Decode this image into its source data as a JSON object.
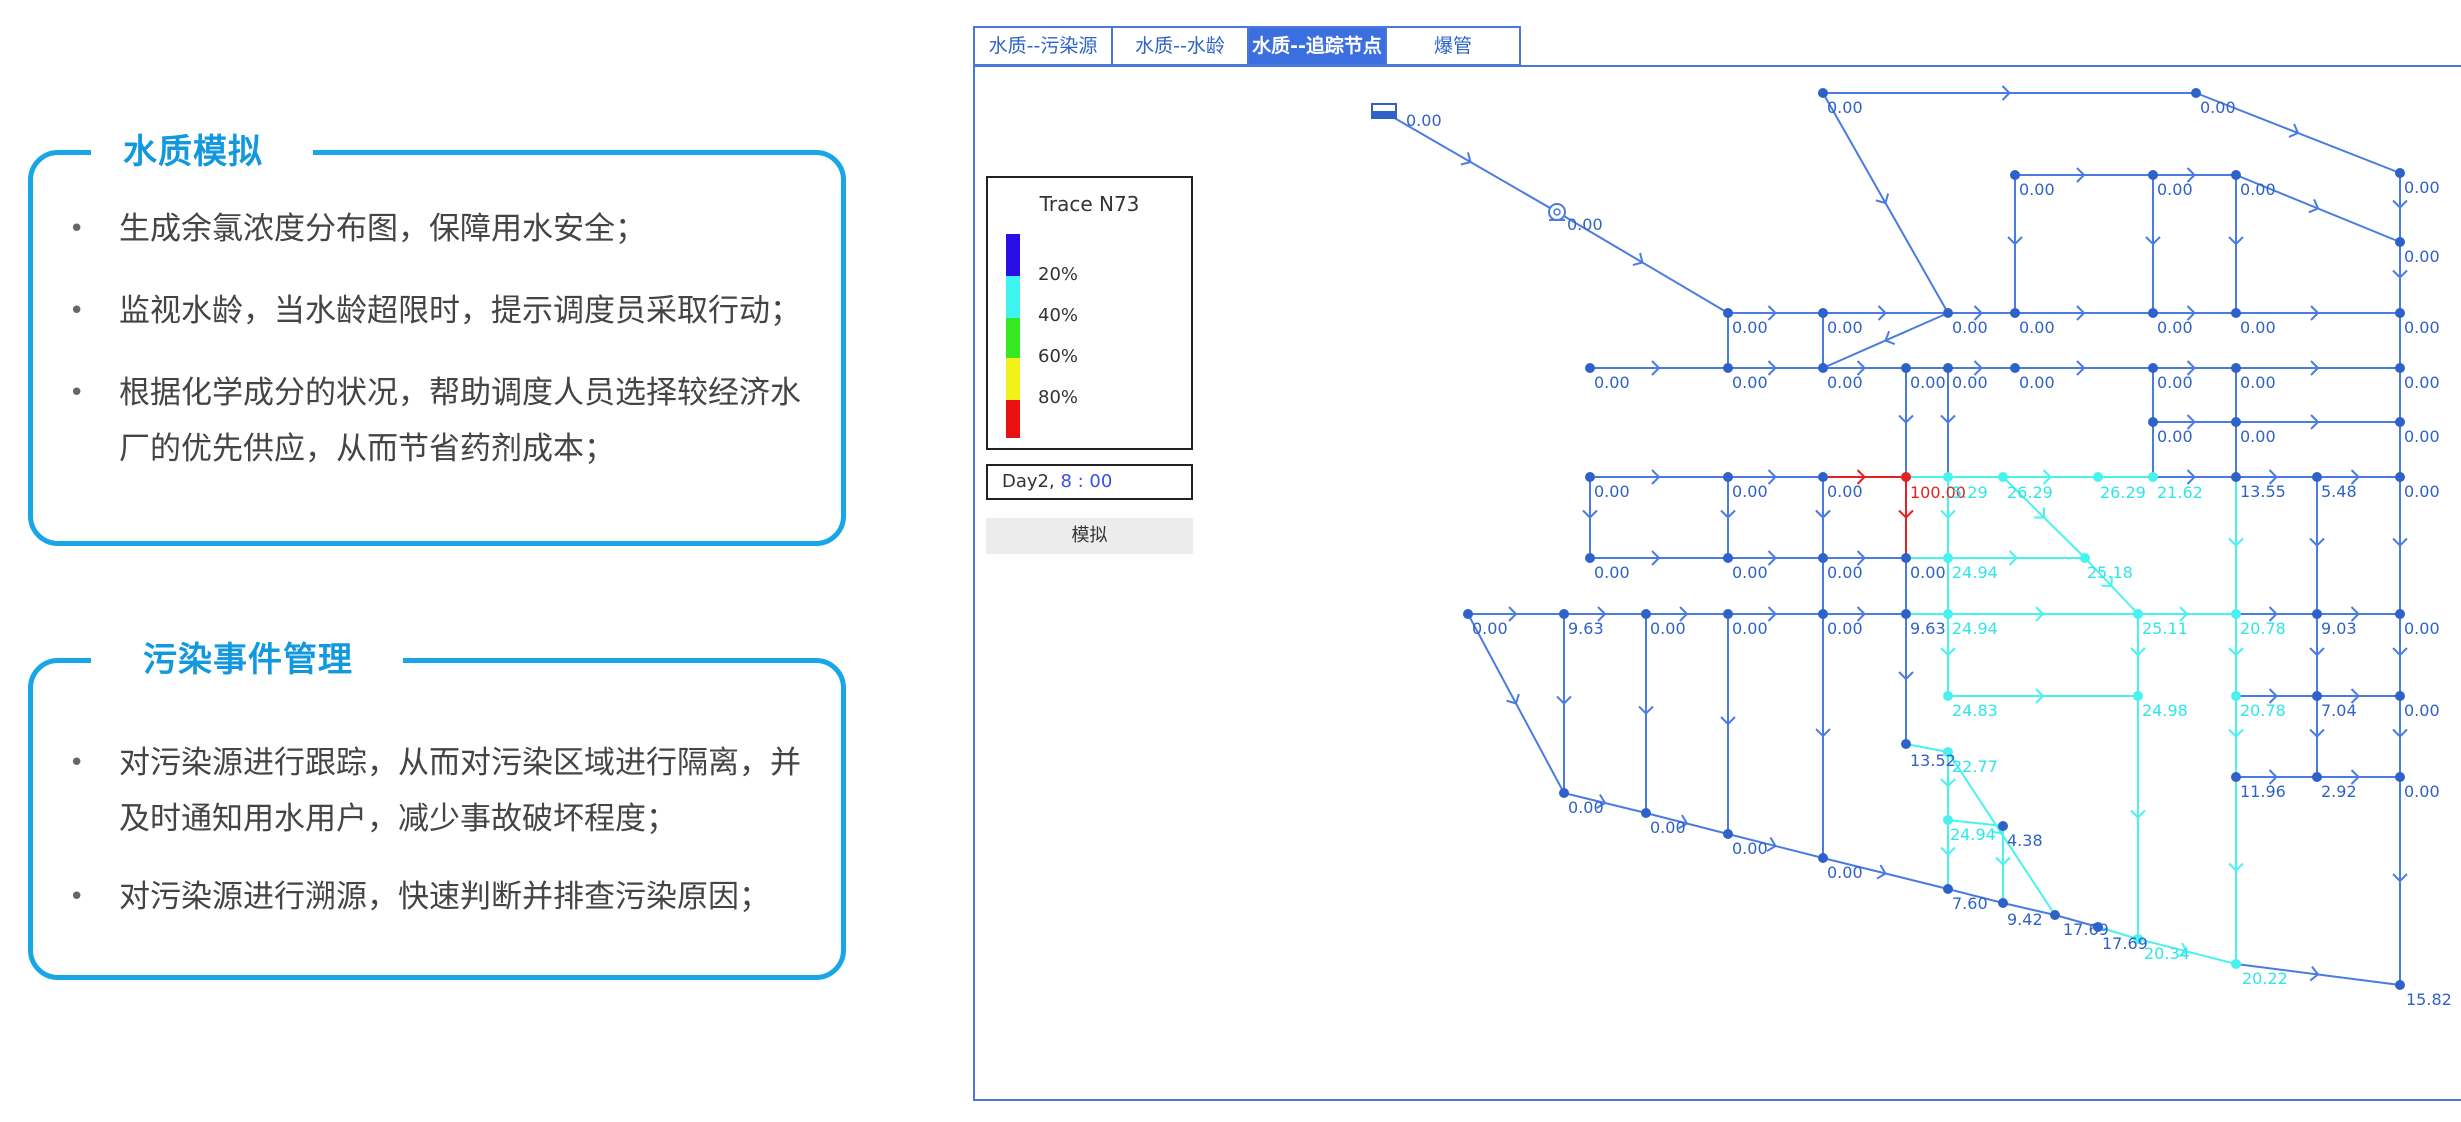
{
  "cards": [
    {
      "title": "水质模拟",
      "items": [
        "生成余氯浓度分布图，保障用水安全；",
        "监视水龄，当水龄超限时，提示调度员采取行动；",
        "根据化学成分的状况，帮助调度人员选择较经济水厂的优先供应，从而节省药剂成本；"
      ]
    },
    {
      "title": "污染事件管理",
      "items": [
        "对污染源进行跟踪，从而对污染区域进行隔离，并及时通知用水用户，减少事故破坏程度；",
        "对污染源进行溯源，快速判断并排查污染原因；"
      ]
    }
  ],
  "bullet_char": "•",
  "tabs": [
    {
      "label": "水质--污染源",
      "active": false
    },
    {
      "label": "水质--水龄",
      "active": false
    },
    {
      "label": "水质--追踪节点",
      "active": true
    },
    {
      "label": "爆管",
      "active": false
    }
  ],
  "legend": {
    "title": "Trace N73",
    "colors": [
      "#2a0ee8",
      "#3ef3f0",
      "#35e81f",
      "#f2f21a",
      "#e81010"
    ],
    "labels": [
      "20%",
      "40%",
      "60%",
      "80%"
    ]
  },
  "time": {
    "day": "Day2,",
    "hour": "8 : 00"
  },
  "simulate_label": "模拟",
  "colors": {
    "accent": "#19a6e6",
    "pipe_low": "#4a7be3",
    "pipe_trace": "#48f2ef",
    "pipe_source": "#e42020",
    "tab_active": "#3b6fe0"
  },
  "network": {
    "nodes": [
      {
        "id": "res",
        "label": "0.00",
        "lv": 0
      },
      {
        "id": "pump",
        "label": "0.00",
        "lv": 0
      },
      {
        "id": "n1",
        "label": "0.00",
        "lv": 0
      },
      {
        "id": "n2",
        "label": "0.00",
        "lv": 0
      },
      {
        "id": "n3",
        "label": "0.00",
        "lv": 0
      },
      {
        "id": "n4",
        "label": "0.00",
        "lv": 0
      },
      {
        "id": "n5",
        "label": "0.00",
        "lv": 0
      },
      {
        "id": "n6",
        "label": "0.00",
        "lv": 0
      },
      {
        "id": "n7",
        "label": "0.00",
        "lv": 0
      },
      {
        "id": "n8",
        "label": "0.00",
        "lv": 0
      },
      {
        "id": "n9",
        "label": "0.00",
        "lv": 0
      },
      {
        "id": "n10",
        "label": "0.00",
        "lv": 0
      },
      {
        "id": "n11",
        "label": "0.00",
        "lv": 0
      },
      {
        "id": "n12",
        "label": "0.00",
        "lv": 0
      },
      {
        "id": "n13",
        "label": "0.00",
        "lv": 0
      },
      {
        "id": "n14",
        "label": "0.00",
        "lv": 0
      },
      {
        "id": "n15",
        "label": "0.00",
        "lv": 0
      },
      {
        "id": "n16",
        "label": "0.00",
        "lv": 0
      },
      {
        "id": "n17",
        "label": "0.00",
        "lv": 0
      },
      {
        "id": "n18",
        "label": "0.00",
        "lv": 0
      },
      {
        "id": "n19",
        "label": "0.00",
        "lv": 0
      },
      {
        "id": "n20",
        "label": "0.00",
        "lv": 0
      },
      {
        "id": "n21",
        "label": "0.00",
        "lv": 0
      },
      {
        "id": "n22",
        "label": "0.00",
        "lv": 0
      },
      {
        "id": "n23",
        "label": "0.00",
        "lv": 0
      },
      {
        "id": "n24",
        "label": "0.00",
        "lv": 0
      },
      {
        "id": "n25",
        "label": "0.00",
        "lv": 0
      },
      {
        "id": "n26",
        "label": "0.00",
        "lv": 0
      },
      {
        "id": "n27",
        "label": "0.00",
        "lv": 0
      },
      {
        "id": "n28",
        "label": "0.00",
        "lv": 0
      },
      {
        "id": "n29",
        "label": "0.00",
        "lv": 0
      },
      {
        "id": "n30",
        "label": "100.00",
        "lv": 3
      },
      {
        "id": "n31",
        "label": "5.29",
        "lv": 1
      },
      {
        "id": "n32",
        "label": "26.29",
        "lv": 1
      },
      {
        "id": "n33",
        "label": "26.29",
        "lv": 1
      },
      {
        "id": "n34",
        "label": "21.62",
        "lv": 1
      },
      {
        "id": "n35",
        "label": "13.55",
        "lv": 0
      },
      {
        "id": "n36",
        "label": "5.48",
        "lv": 0
      },
      {
        "id": "n37",
        "label": "0.00",
        "lv": 0
      },
      {
        "id": "n38",
        "label": "0.00",
        "lv": 0
      },
      {
        "id": "n39",
        "label": "0.00",
        "lv": 0
      },
      {
        "id": "n40",
        "label": "0.00",
        "lv": 0
      },
      {
        "id": "n41",
        "label": "0.00",
        "lv": 0
      },
      {
        "id": "n42",
        "label": "24.94",
        "lv": 1
      },
      {
        "id": "n43",
        "label": "25.18",
        "lv": 1
      },
      {
        "id": "n44",
        "label": "0.00",
        "lv": 0
      },
      {
        "id": "n45",
        "label": "9.63",
        "lv": 0
      },
      {
        "id": "n46",
        "label": "0.00",
        "lv": 0
      },
      {
        "id": "n47",
        "label": "0.00",
        "lv": 0
      },
      {
        "id": "n48",
        "label": "0.00",
        "lv": 0
      },
      {
        "id": "n49",
        "label": "9.63",
        "lv": 0
      },
      {
        "id": "n50",
        "label": "24.94",
        "lv": 1
      },
      {
        "id": "n51",
        "label": "25.11",
        "lv": 1
      },
      {
        "id": "n52",
        "label": "20.78",
        "lv": 1
      },
      {
        "id": "n53",
        "label": "9.03",
        "lv": 0
      },
      {
        "id": "n54",
        "label": "0.00",
        "lv": 0
      },
      {
        "id": "n55",
        "label": "24.83",
        "lv": 1
      },
      {
        "id": "n56",
        "label": "24.98",
        "lv": 1
      },
      {
        "id": "n57",
        "label": "20.78",
        "lv": 1
      },
      {
        "id": "n58",
        "label": "7.04",
        "lv": 0
      },
      {
        "id": "n59",
        "label": "0.00",
        "lv": 0
      },
      {
        "id": "n60",
        "label": "13.52",
        "lv": 0
      },
      {
        "id": "n61",
        "label": "22.77",
        "lv": 1
      },
      {
        "id": "n62",
        "label": "11.96",
        "lv": 0
      },
      {
        "id": "n63",
        "label": "2.92",
        "lv": 0
      },
      {
        "id": "n64",
        "label": "0.00",
        "lv": 0
      },
      {
        "id": "n65",
        "label": "0.00",
        "lv": 0
      },
      {
        "id": "n66",
        "label": "0.00",
        "lv": 0
      },
      {
        "id": "n67",
        "label": "0.00",
        "lv": 0
      },
      {
        "id": "n68",
        "label": "24.94",
        "lv": 1
      },
      {
        "id": "n69",
        "label": "4.38",
        "lv": 0
      },
      {
        "id": "n70",
        "label": "0.00",
        "lv": 0
      },
      {
        "id": "n71",
        "label": "7.60",
        "lv": 0
      },
      {
        "id": "n72",
        "label": "9.42",
        "lv": 0
      },
      {
        "id": "n73",
        "label": "17.69",
        "lv": 0
      },
      {
        "id": "n74",
        "label": "17.69",
        "lv": 0
      },
      {
        "id": "n75",
        "label": "20.34",
        "lv": 1
      },
      {
        "id": "n76",
        "label": "20.22",
        "lv": 1
      },
      {
        "id": "n77",
        "label": "15.82",
        "lv": 0
      }
    ]
  }
}
